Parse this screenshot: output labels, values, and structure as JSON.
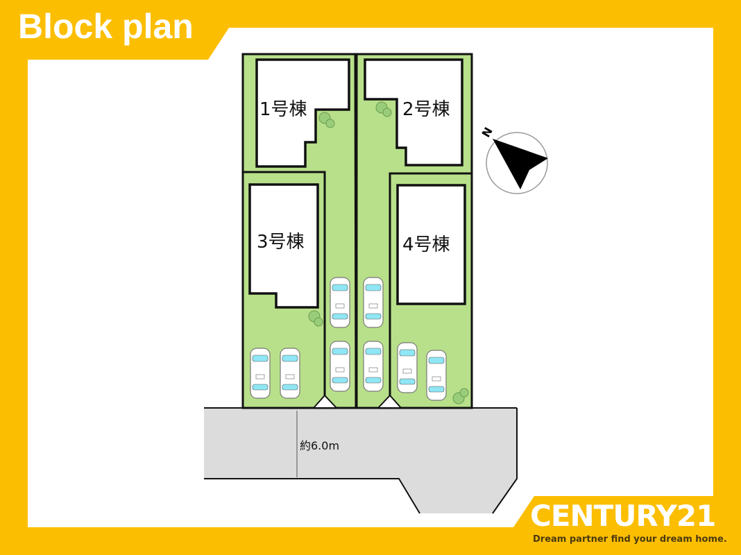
{
  "title": "Block plan",
  "lots": [
    {
      "label": "1号棟"
    },
    {
      "label": "2号棟"
    },
    {
      "label": "3号棟"
    },
    {
      "label": "4号棟"
    }
  ],
  "road_width": "約6.0m",
  "compass_label": "N",
  "brand": {
    "name": "CENTURY21",
    "tagline": "Dream partner find your dream home."
  },
  "colors": {
    "frame": "#FCBE00",
    "lot": "#B8E08A",
    "road": "#DCDCDC",
    "car_glass": "#8FE6F5"
  }
}
